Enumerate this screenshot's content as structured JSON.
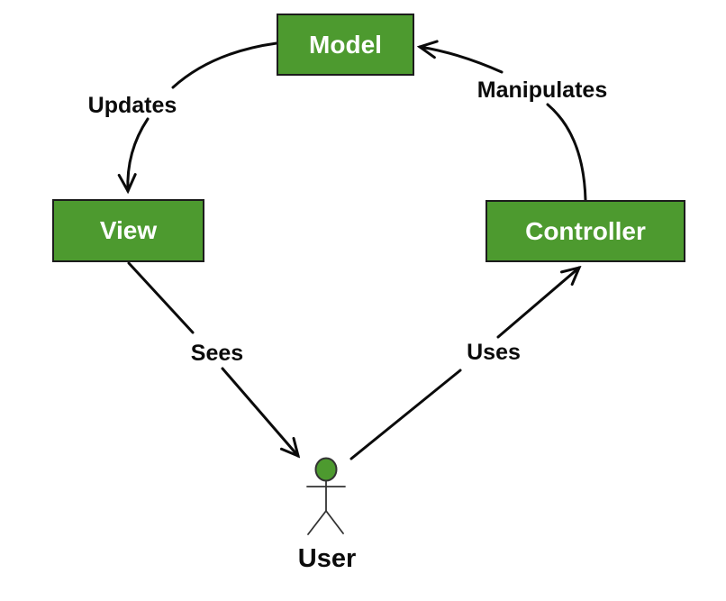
{
  "diagram": {
    "nodes": {
      "model": {
        "label": "Model"
      },
      "view": {
        "label": "View"
      },
      "controller": {
        "label": "Controller"
      }
    },
    "actor": {
      "label": "User"
    },
    "edges": {
      "updates": {
        "label": "Updates",
        "from": "Model",
        "to": "View"
      },
      "manipulates": {
        "label": "Manipulates",
        "from": "Controller",
        "to": "Model"
      },
      "sees": {
        "label": "Sees",
        "from": "View",
        "to": "User"
      },
      "uses": {
        "label": "Uses",
        "from": "User",
        "to": "Controller"
      }
    },
    "colors": {
      "background": "#ffffff",
      "node_fill": "#4d9a2f",
      "node_border": "#1c1c1c",
      "node_text": "#ffffff",
      "edge_stroke": "#0b0b0b",
      "label_text": "#0b0b0b",
      "actor_stroke": "#333333"
    }
  }
}
